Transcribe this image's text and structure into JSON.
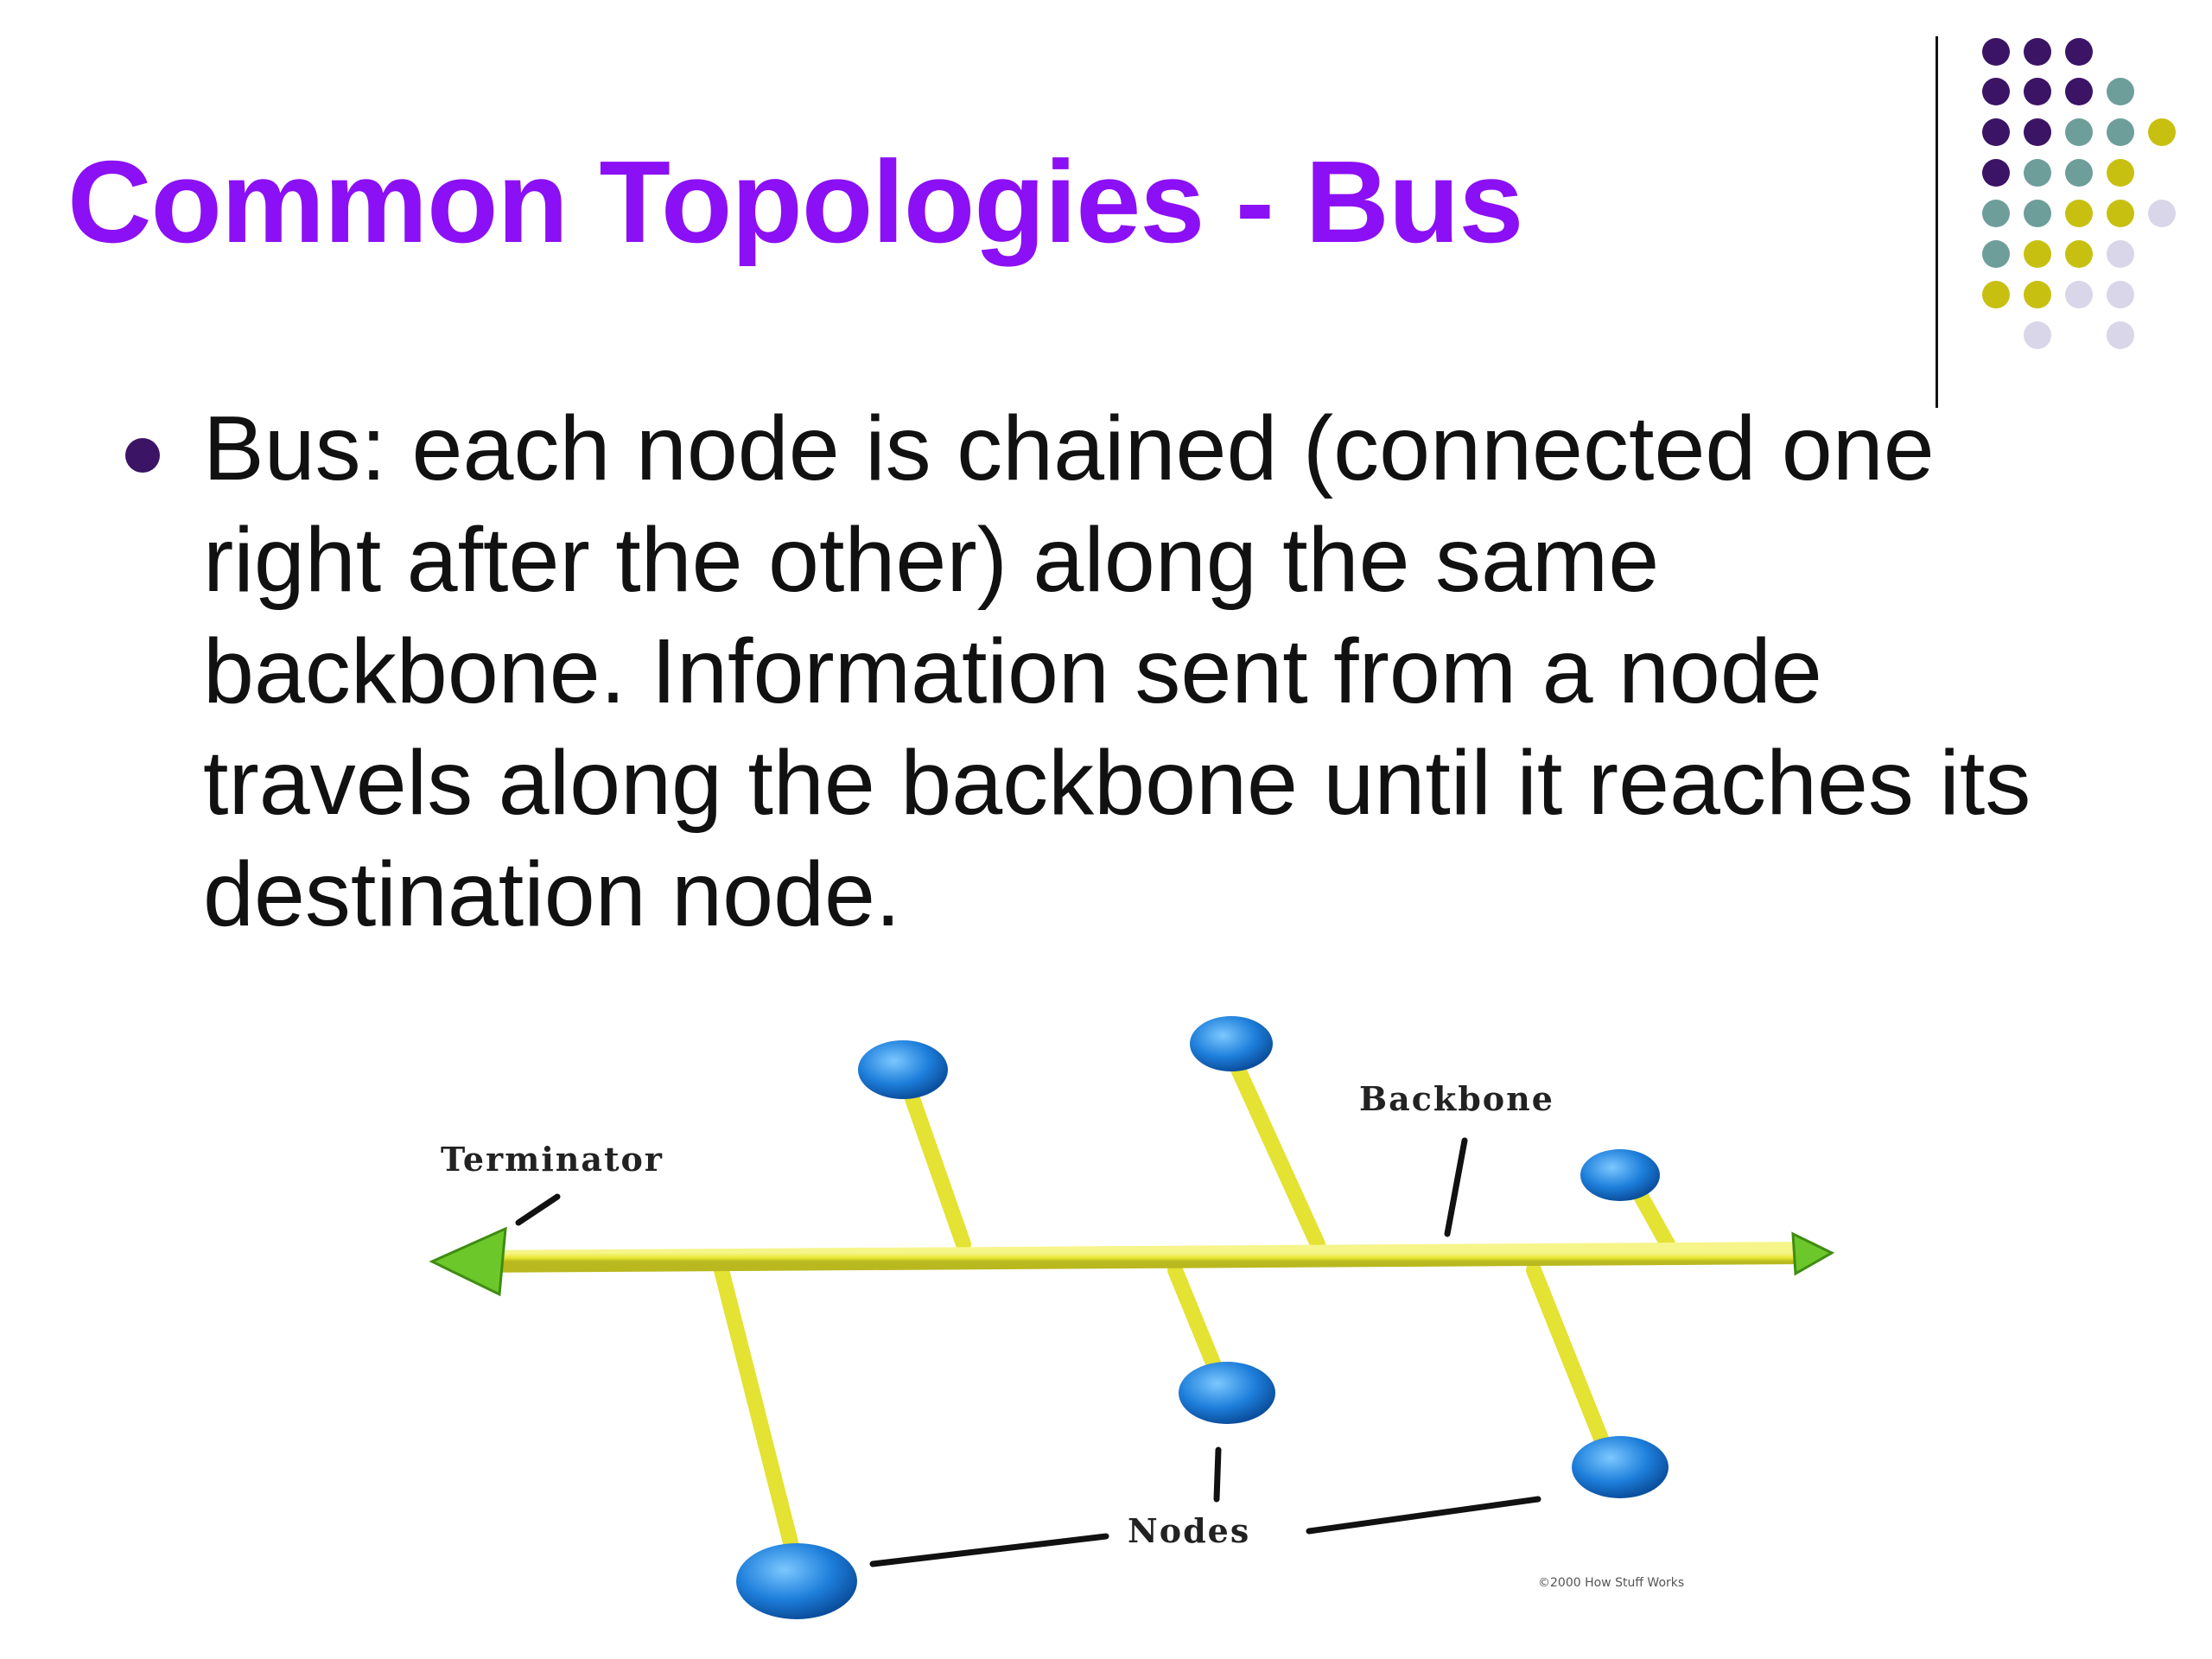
{
  "slide": {
    "title": "Common Topologies - Bus",
    "bullet": "Bus: each node is chained (connected one right after the other) along the same backbone. Information sent from a node travels along the backbone until it reaches its destination node."
  },
  "diagram": {
    "label_terminator": "Terminator",
    "label_backbone": "Backbone",
    "label_nodes": "Nodes",
    "credit": "©2000 How Stuff Works"
  },
  "colors": {
    "title": "#8B10F5",
    "bullet": "#3B1466",
    "dot_purple": "#3B1466",
    "dot_teal": "#6E9E9A",
    "dot_yellow": "#C8C010",
    "dot_lilac": "#D8D6E8",
    "backbone": "#E9E835",
    "node": "#1E7FDB",
    "terminator": "#6CC72A"
  },
  "icons": {
    "bullet": "round-bullet-icon",
    "node": "sphere-node-icon",
    "terminator": "arrow-terminator-icon"
  }
}
